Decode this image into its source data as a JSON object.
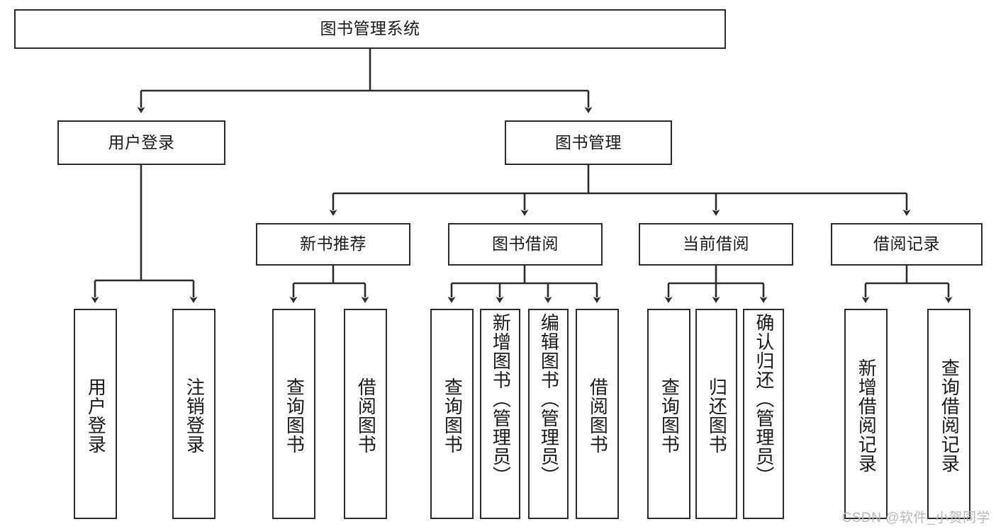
{
  "diagram": {
    "type": "tree-hierarchy-diagram",
    "title": "图书管理系统",
    "watermark": "CSDN @软件_小贺同学",
    "colors": {
      "background": "#ffffff",
      "border": "#2b2b2b",
      "text": "#1a1a1a",
      "edge": "#2b2b2b",
      "watermark": "#b8b8b8"
    },
    "nodes": {
      "root": {
        "label": "图书管理系统",
        "level": 1,
        "orientation": "horizontal"
      },
      "level2": [
        {
          "id": "user-login",
          "label": "用户登录",
          "orientation": "horizontal"
        },
        {
          "id": "book-management",
          "label": "图书管理",
          "orientation": "horizontal"
        }
      ],
      "level3": [
        {
          "id": "new-book-recommend",
          "label": "新书推荐",
          "orientation": "horizontal"
        },
        {
          "id": "book-borrow",
          "label": "图书借阅",
          "orientation": "horizontal"
        },
        {
          "id": "current-borrow",
          "label": "当前借阅",
          "orientation": "horizontal"
        },
        {
          "id": "borrow-record",
          "label": "借阅记录",
          "orientation": "horizontal"
        }
      ],
      "leaves": [
        {
          "id": "leaf-user-login",
          "label": "用户登录",
          "parent": "user-login",
          "orientation": "vertical"
        },
        {
          "id": "leaf-user-logout",
          "label": "注销登录",
          "parent": "user-login",
          "orientation": "vertical"
        },
        {
          "id": "leaf-query-book-1",
          "label": "查询图书",
          "parent": "new-book-recommend",
          "orientation": "vertical"
        },
        {
          "id": "leaf-borrow-book-1",
          "label": "借阅图书",
          "parent": "new-book-recommend",
          "orientation": "vertical"
        },
        {
          "id": "leaf-query-book-2",
          "label": "查询图书",
          "parent": "book-borrow",
          "orientation": "vertical"
        },
        {
          "id": "leaf-add-book",
          "label": "新增图书（管理员）",
          "parent": "book-borrow",
          "orientation": "vertical"
        },
        {
          "id": "leaf-edit-book",
          "label": "编辑图书（管理员）",
          "parent": "book-borrow",
          "orientation": "vertical"
        },
        {
          "id": "leaf-borrow-book-2",
          "label": "借阅图书",
          "parent": "book-borrow",
          "orientation": "vertical"
        },
        {
          "id": "leaf-query-book-3",
          "label": "查询图书",
          "parent": "current-borrow",
          "orientation": "vertical"
        },
        {
          "id": "leaf-return-book",
          "label": "归还图书",
          "parent": "current-borrow",
          "orientation": "vertical"
        },
        {
          "id": "leaf-confirm-return",
          "label": "确认归还（管理员）",
          "parent": "current-borrow",
          "orientation": "vertical"
        },
        {
          "id": "leaf-add-record",
          "label": "新增借阅记录",
          "parent": "borrow-record",
          "orientation": "vertical"
        },
        {
          "id": "leaf-query-record",
          "label": "查询借阅记录",
          "parent": "borrow-record",
          "orientation": "vertical"
        }
      ]
    }
  }
}
